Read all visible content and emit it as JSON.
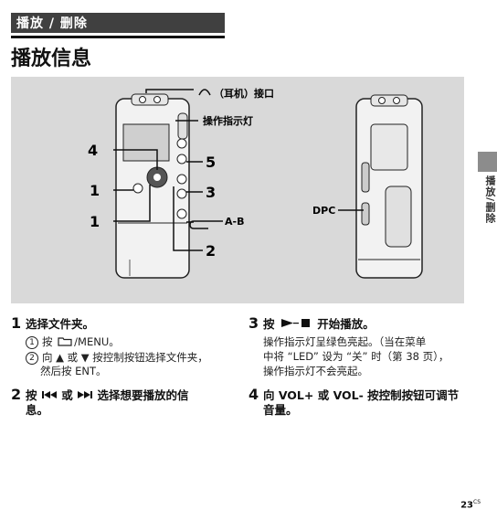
{
  "header": {
    "section_label": "播放 / 删除",
    "page_title": "播放信息"
  },
  "figure": {
    "callouts": {
      "headphone_label": "（耳机）接口",
      "indicator_label": "操作指示灯",
      "ab_label": "A-B",
      "dpc_label": "DPC",
      "num_4": "4",
      "num_5": "5",
      "num_1a": "1",
      "num_3": "3",
      "num_1b": "1",
      "num_2": "2"
    }
  },
  "side_tab": {
    "label": "播放/删除"
  },
  "steps": {
    "step1": {
      "num": "1",
      "title": "选择文件夹。",
      "sub1_circle": "1",
      "sub1_text_before": "按",
      "sub1_text_after": "/MENU。",
      "sub2_circle": "2",
      "sub2_line1": "向 ▲ 或 ▼ 按控制按钮选择文件夹，",
      "sub2_line2": "然后按 ENT。"
    },
    "step2": {
      "num": "2",
      "line1_before": "按",
      "line1_mid": "或",
      "line1_after": "选择想要播放的信",
      "line2": "息。"
    },
    "step3": {
      "num": "3",
      "title_before": "按",
      "title_after": "开始播放。",
      "desc1": "操作指示灯呈绿色亮起。（当在菜单",
      "desc2": "中将 “LED” 设为 “关” 时（第 38 页），",
      "desc3": "操作指示灯不会亮起。"
    },
    "step4": {
      "num": "4",
      "line1": "向 VOL+ 或 VOL- 按控制按钮可调节",
      "line2": "音量。"
    }
  },
  "footer": {
    "page_number": "23",
    "page_suffix": "CS"
  }
}
